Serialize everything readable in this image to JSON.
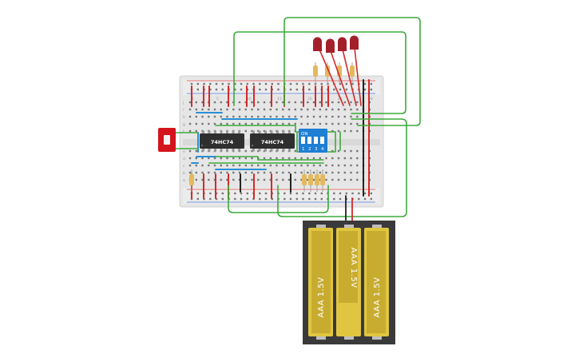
{
  "circuit": {
    "chips": [
      {
        "label": "74HC74"
      },
      {
        "label": "74HC74"
      }
    ],
    "dip_switch": {
      "on_label": "ON",
      "positions": [
        "1",
        "2",
        "3",
        "4"
      ]
    },
    "batteries": [
      {
        "label": "AAA 1.5V"
      },
      {
        "label": "AAA 1.5V"
      },
      {
        "label": "AAA 1.5V"
      }
    ],
    "breadboard": {
      "row_labels": [
        "j",
        "i",
        "h",
        "g",
        "f",
        "e",
        "d",
        "c",
        "b",
        "a"
      ],
      "column_numbers": [
        "1",
        "5",
        "10",
        "15",
        "20",
        "25",
        "30"
      ]
    },
    "led_count": 4,
    "colors": {
      "wire_green": "#3cab3c",
      "wire_blue": "#2a8fd6",
      "wire_red": "#d42a2a",
      "wire_black": "#222222",
      "chip_body": "#2f2f2f",
      "dip_body": "#1e7fd4",
      "battery_gold": "#e0c640",
      "slide_switch": "#d4141c",
      "led_red": "#a3202a",
      "board": "#e6e6e6"
    }
  }
}
